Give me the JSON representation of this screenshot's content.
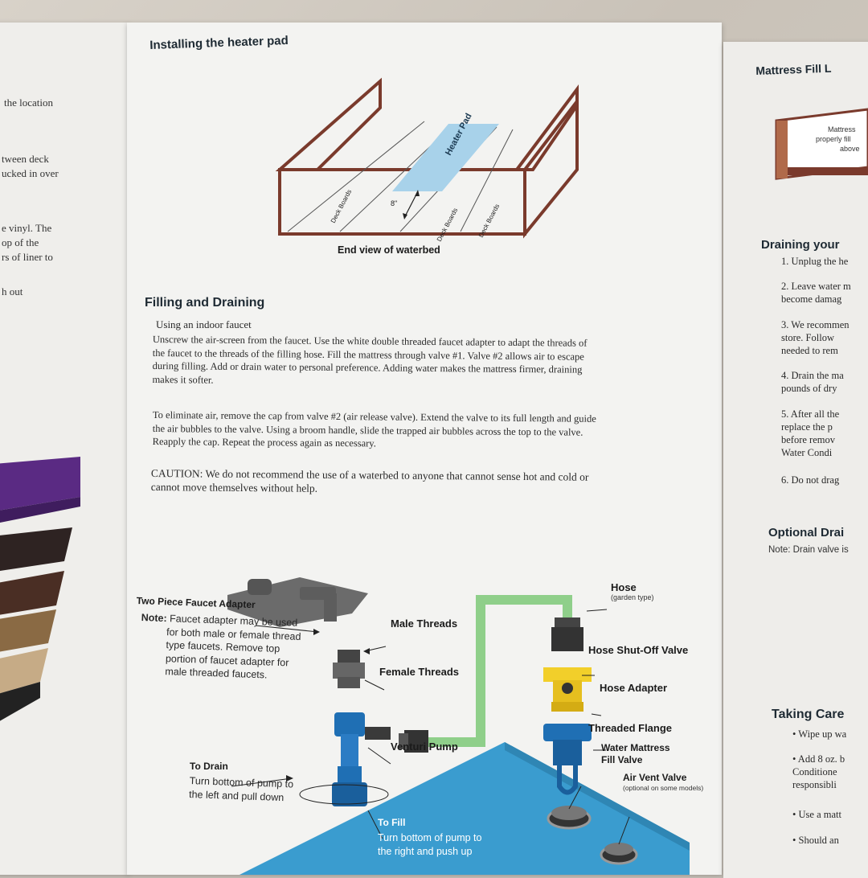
{
  "left_page": {
    "fragments": [
      "the location",
      "tween deck",
      "ucked in over",
      "e vinyl. The",
      "op of the",
      "rs of liner to",
      "h out"
    ]
  },
  "center_page": {
    "heater_title": "Installing the heater pad",
    "diagram": {
      "heater_pad_label": "Heater Pad",
      "deck_boards_label": "Deck Boards",
      "dimension_label": "8\"",
      "caption": "End view of waterbed"
    },
    "filling": {
      "title": "Filling and Draining",
      "subtitle": "Using an indoor faucet",
      "para1_lines": [
        "Unscrew the air-screen from the faucet. Use the white double threaded faucet adapter to adapt the threads of",
        "the faucet to the threads of the filling hose. Fill the mattress through valve #1. Valve #2 allows air to escape",
        "during filling. Add or drain water to personal preference. Adding water makes the mattress firmer, draining",
        "makes it softer."
      ],
      "para2_lines": [
        "To eliminate air, remove the cap from valve #2 (air release valve). Extend the valve to its full length and guide",
        "the air bubbles to the valve. Using a broom handle, slide the trapped air bubbles across the top to the valve.",
        "Reapply the cap. Repeat the process again as necessary."
      ],
      "caution_lines": [
        "CAUTION: We do not recommend the use of a waterbed to anyone that cannot sense hot and cold or",
        "cannot move themselves without help."
      ]
    },
    "parts": {
      "two_piece_title": "Two Piece Faucet Adapter",
      "note_label": "Note:",
      "note_lines": [
        "Faucet adapter may be used",
        "for both male or female thread",
        "type faucets. Remove top",
        "portion of faucet adapter for",
        "male threaded faucets."
      ],
      "male_threads": "Male Threads",
      "female_threads": "Female Threads",
      "venturi_pump": "Venturi Pump",
      "hose": "Hose",
      "hose_sub": "(garden type)",
      "hose_shutoff": "Hose Shut-Off Valve",
      "hose_adapter": "Hose Adapter",
      "threaded_flange": "Threaded Flange",
      "fill_valve_line1": "Water Mattress",
      "fill_valve_line2": "Fill Valve",
      "air_vent": "Air Vent Valve",
      "air_vent_sub": "(optional on some models)",
      "to_drain": "To Drain",
      "to_drain_lines": [
        "Turn bottom of pump to",
        "the left and pull down"
      ],
      "to_fill": "To Fill",
      "to_fill_lines": [
        "Turn bottom of pump to",
        "the right and push up"
      ]
    }
  },
  "right_page": {
    "fill_title": "Mattress Fill L",
    "fill_box_lines": [
      "Mattress",
      "properly fill",
      "above"
    ],
    "draining_title": "Draining your",
    "steps": [
      "1.  Unplug the he",
      "2.  Leave water m",
      "     become damag",
      "3.  We recommen",
      "     store. Follow",
      "     needed to rem",
      "4.  Drain the ma",
      "     pounds of dry",
      "5.  After all the",
      "     replace the p",
      "     before remov",
      "     Water Condi",
      "6.  Do not drag"
    ],
    "optional_title": "Optional Drai",
    "optional_note": "Note: Drain valve is",
    "taking_care_title": "Taking Care",
    "care_items": [
      "•  Wipe up wa",
      "•  Add 8 oz. b",
      "    Conditione",
      "    responsibli",
      "•  Use a matt",
      "•  Should an"
    ]
  },
  "colors": {
    "frame_brown": "#7a3a2c",
    "heater_blue": "#a8d2ea",
    "hose_green": "#8fcf8a",
    "pump_blue": "#1f6fb4",
    "mattress_blue": "#3a9ccf",
    "valve_yellow": "#f2cf2a"
  }
}
